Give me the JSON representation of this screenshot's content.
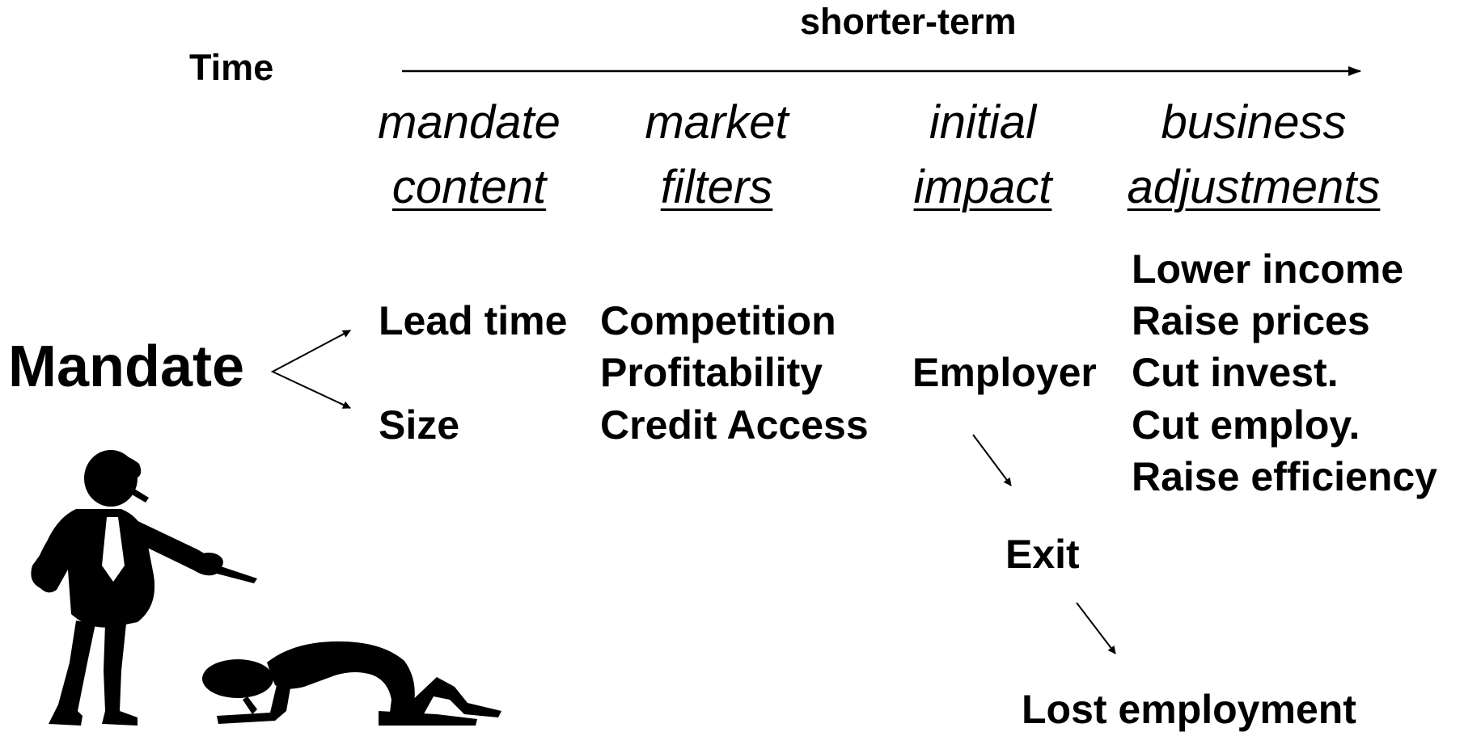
{
  "timeline": {
    "time_label": "Time",
    "direction_label": "shorter-term"
  },
  "stages": [
    {
      "line1": "mandate",
      "line2": "content"
    },
    {
      "line1": "market",
      "line2": "filters"
    },
    {
      "line1": "initial",
      "line2": "impact"
    },
    {
      "line1": "business",
      "line2": "adjustments"
    }
  ],
  "mandate": {
    "label": "Mandate"
  },
  "mandate_content": {
    "items": [
      "Lead time",
      "Size"
    ]
  },
  "market_filters": {
    "items": [
      "Competition",
      "Profitability",
      "Credit Access"
    ]
  },
  "initial_impact": {
    "label": "Employer"
  },
  "business_adjustments": {
    "items": [
      "Lower income",
      "Raise prices",
      "Cut invest.",
      "Cut employ.",
      "Raise efficiency"
    ]
  },
  "exit": {
    "label": "Exit"
  },
  "outcome": {
    "label": "Lost employment"
  },
  "illustration": {
    "icon": "boss-pointing-at-kneeling-worker-icon"
  }
}
